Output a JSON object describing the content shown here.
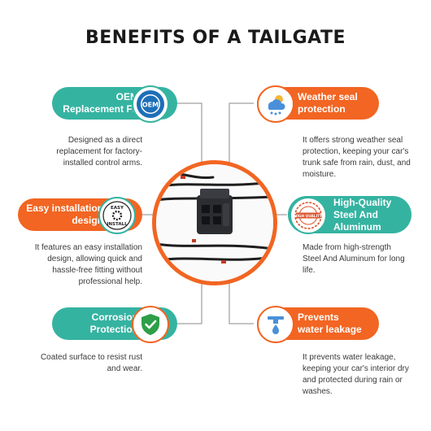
{
  "title": "BENEFITS OF A TAILGATE",
  "colors": {
    "teal": "#35b3a1",
    "orange": "#f26522",
    "line": "#888888",
    "text": "#333333"
  },
  "features": [
    {
      "label": "OEM\nReplacement Fit",
      "icon": "oem-seal-icon",
      "icon_text": "OEM",
      "description": "Designed as a direct\nreplacement for factory-\ninstalled control arms."
    },
    {
      "label": "Weather seal\nprotection",
      "icon": "weather-cloud-sun-icon",
      "description": "It offers strong weather seal\nprotection, keeping your car's\ntrunk safe from rain, dust, and\nmoisture."
    },
    {
      "label": "Easy installation\ndesign",
      "icon": "easy-install-gear-icon",
      "icon_text_top": "EASY",
      "icon_text_bottom": "INSTALL",
      "description": "It features an easy installation\ndesign, allowing quick and\nhassle-free fitting without\nprofessional help."
    },
    {
      "label": "High-Quality\nSteel And\nAluminum",
      "icon": "high-quality-stamp-icon",
      "icon_text": "HIGH QUALITY",
      "description": "Made from high-strength\nSteel And Aluminum for long\nlife."
    },
    {
      "label": "Corrosion\nProtection",
      "icon": "shield-check-icon",
      "description": "Coated surface to resist rust\nand wear."
    },
    {
      "label": "Prevents\nwater leakage",
      "icon": "water-drop-icon",
      "description": "It prevents water leakage,\nkeeping your car's interior dry\nand protected during rain or\nwashes."
    }
  ]
}
